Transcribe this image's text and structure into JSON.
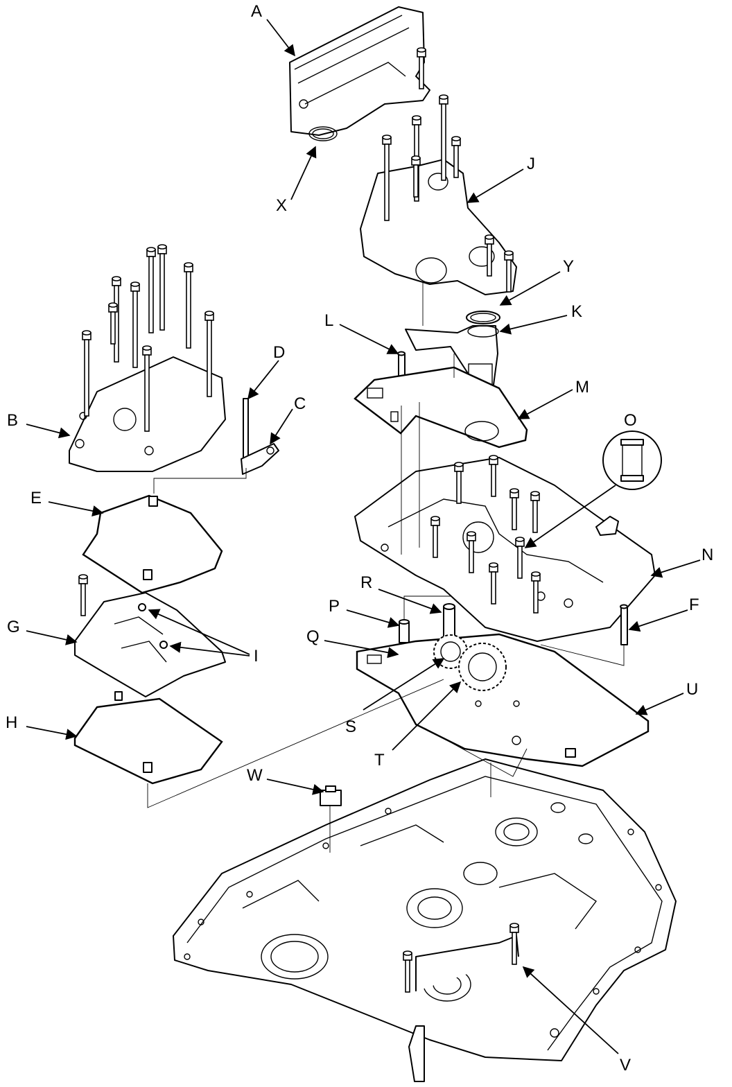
{
  "callouts": {
    "A": "A",
    "B": "B",
    "C": "C",
    "D": "D",
    "E": "E",
    "F": "F",
    "G": "G",
    "H": "H",
    "I": "I",
    "J": "J",
    "K": "K",
    "L": "L",
    "M": "M",
    "N": "N",
    "O": "O",
    "P": "P",
    "Q": "Q",
    "R": "R",
    "S": "S",
    "T": "T",
    "U": "U",
    "V": "V",
    "W": "W",
    "X": "X",
    "Y": "Y"
  },
  "colors": {
    "line": "#000000",
    "background": "#ffffff"
  }
}
